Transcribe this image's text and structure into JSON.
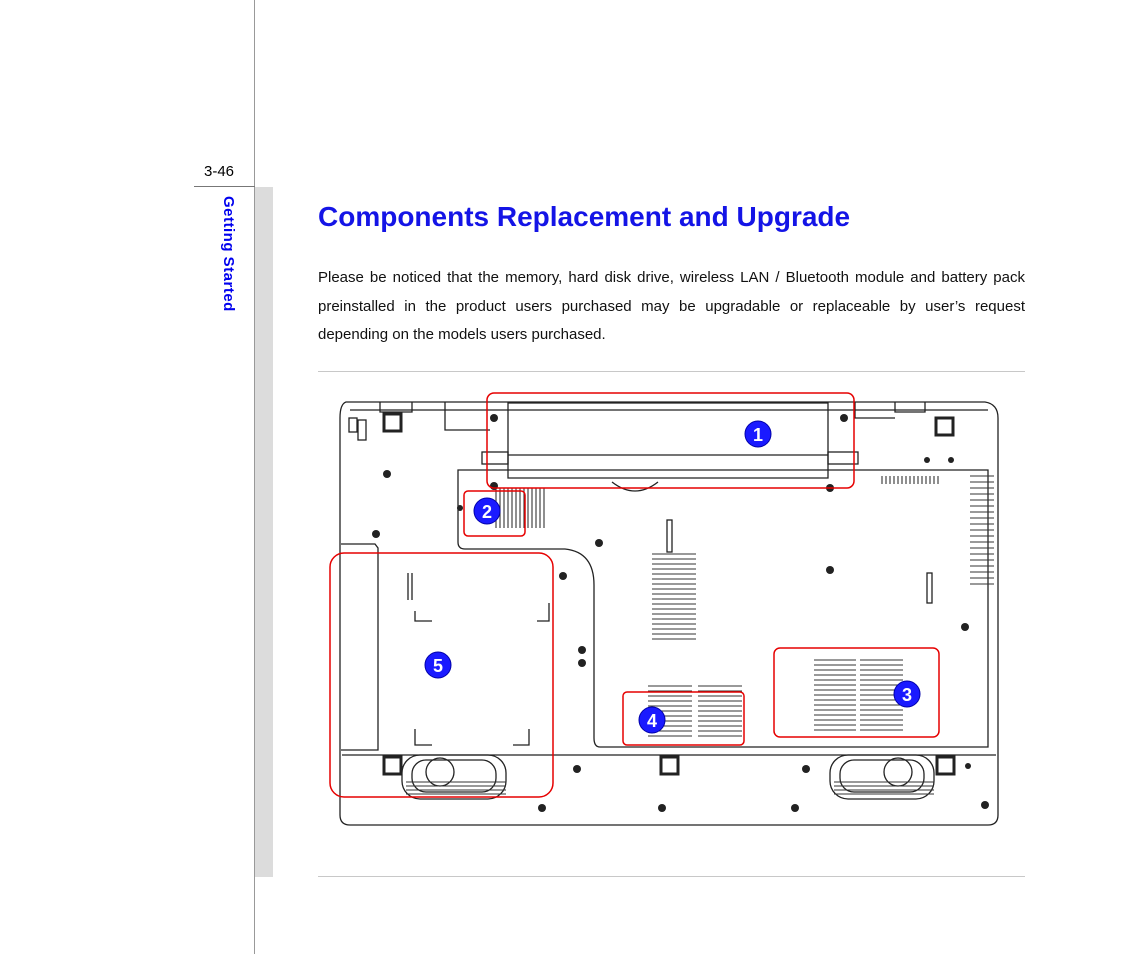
{
  "page": {
    "number": "3-46",
    "section": "Getting Started"
  },
  "content": {
    "title": "Components Replacement and Upgrade",
    "paragraph": "Please be noticed that the memory, hard disk drive, wireless LAN / Bluetooth module and battery pack preinstalled in the product users purchased may be upgradable or replaceable by user’s request depending on the models users purchased."
  },
  "figure": {
    "highlight_color": "#e60000",
    "marker_color": "#1a1aff",
    "markers": [
      "1",
      "2",
      "3",
      "4",
      "5"
    ]
  }
}
